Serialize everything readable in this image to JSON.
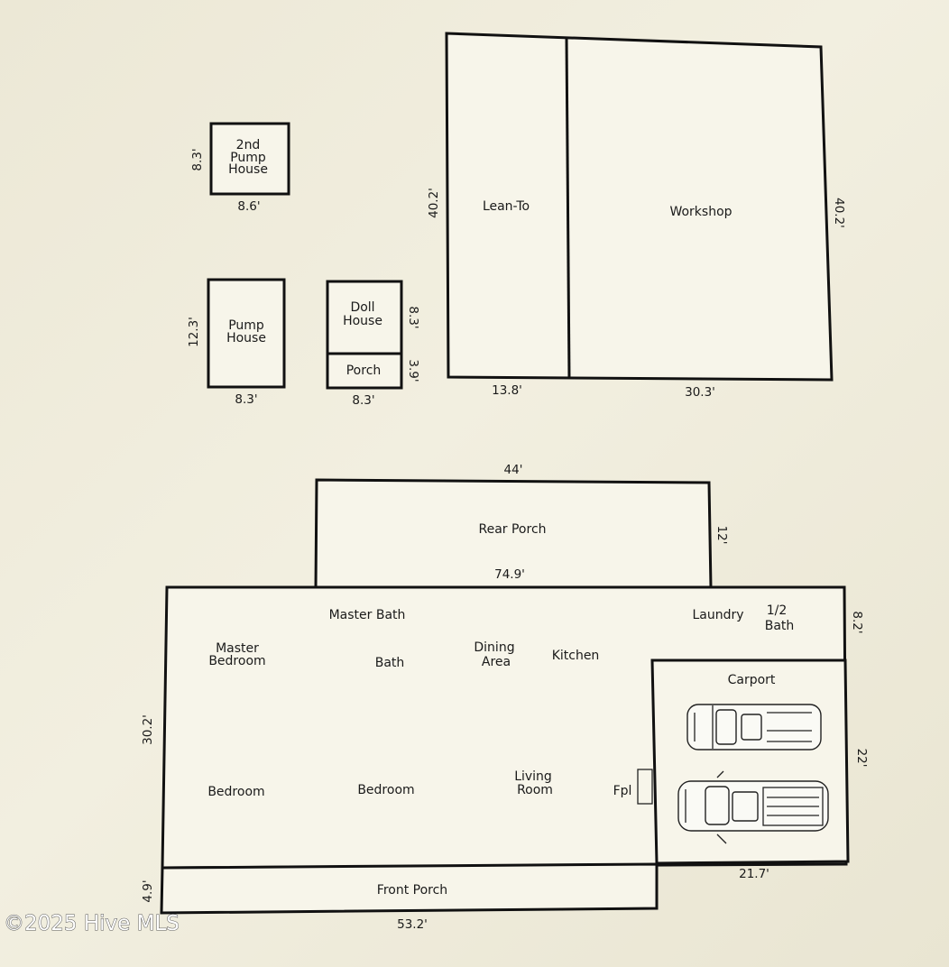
{
  "structures": {
    "second_pump_house": {
      "label_lines": [
        "2nd",
        "Pump",
        "House"
      ],
      "height_dim": "8.3'",
      "width_dim": "8.6'"
    },
    "pump_house": {
      "label_lines": [
        "Pump",
        "House"
      ],
      "height_dim": "12.3'",
      "width_dim": "8.3'"
    },
    "doll_house": {
      "label_lines": [
        "Doll",
        "House"
      ],
      "height_dim": "8.3'",
      "porch_label": "Porch",
      "porch_dim": "3.9'",
      "width_dim": "8.3'"
    },
    "shop": {
      "left_label": "Lean-To",
      "right_label": "Workshop",
      "left_height_dim": "40.2'",
      "right_height_dim": "40.2'",
      "lean_to_width_dim": "13.8'",
      "workshop_width_dim": "30.3'"
    }
  },
  "house": {
    "rear_porch": {
      "label": "Rear Porch",
      "width_dim": "44'",
      "depth_dim": "12'"
    },
    "main_width_dim": "74.9'",
    "main_depth_dim": "30.2'",
    "right_upper_dim": "8.2'",
    "rooms": {
      "master_bath": "Master Bath",
      "laundry": "Laundry",
      "half_bath_lines": [
        "1/2",
        "Bath"
      ],
      "master_bedroom_lines": [
        "Master",
        "Bedroom"
      ],
      "bath": "Bath",
      "dining_lines": [
        "Dining",
        "Area"
      ],
      "kitchen": "Kitchen",
      "bedroom_1": "Bedroom",
      "bedroom_2": "Bedroom",
      "living_lines": [
        "Living",
        "Room"
      ],
      "fireplace": "Fpl"
    },
    "carport": {
      "label": "Carport",
      "depth_dim": "22'",
      "width_dim": "21.7'"
    },
    "front_porch": {
      "label": "Front Porch",
      "depth_dim": "4.9'",
      "width_dim": "53.2'"
    }
  },
  "watermark": "©2025 Hive MLS"
}
